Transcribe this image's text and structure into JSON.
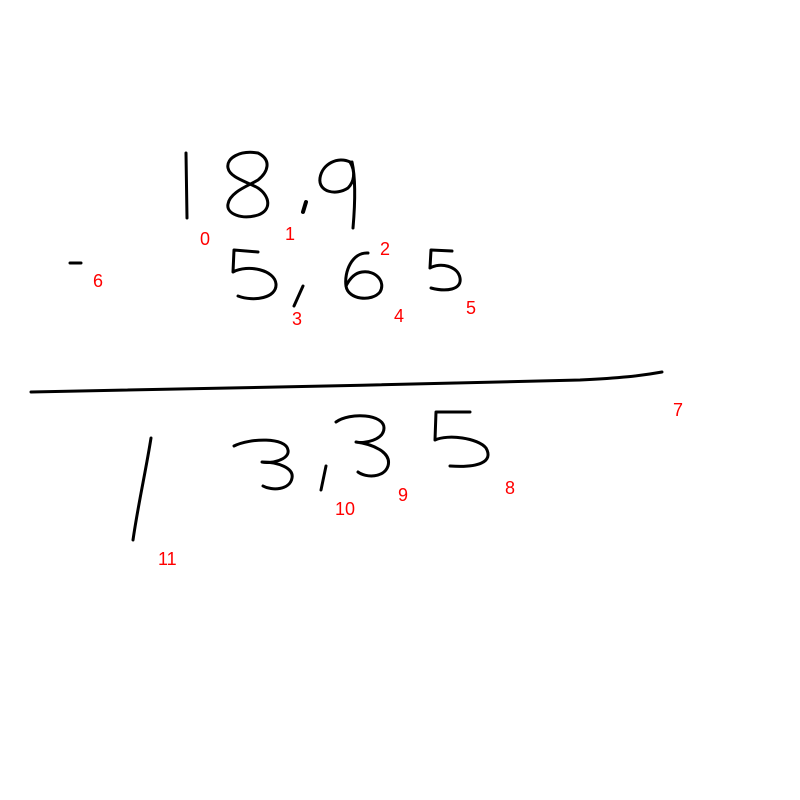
{
  "colors": {
    "background": "#ffffff",
    "ink": "#000000",
    "label": "#ff0000"
  },
  "expression": {
    "minuend": "18,9",
    "operator": "-",
    "subtrahend": "5,65",
    "result": "13,35"
  },
  "stroke_labels": [
    "0",
    "1",
    "2",
    "3",
    "4",
    "5",
    "6",
    "7",
    "8",
    "9",
    "10",
    "11"
  ]
}
